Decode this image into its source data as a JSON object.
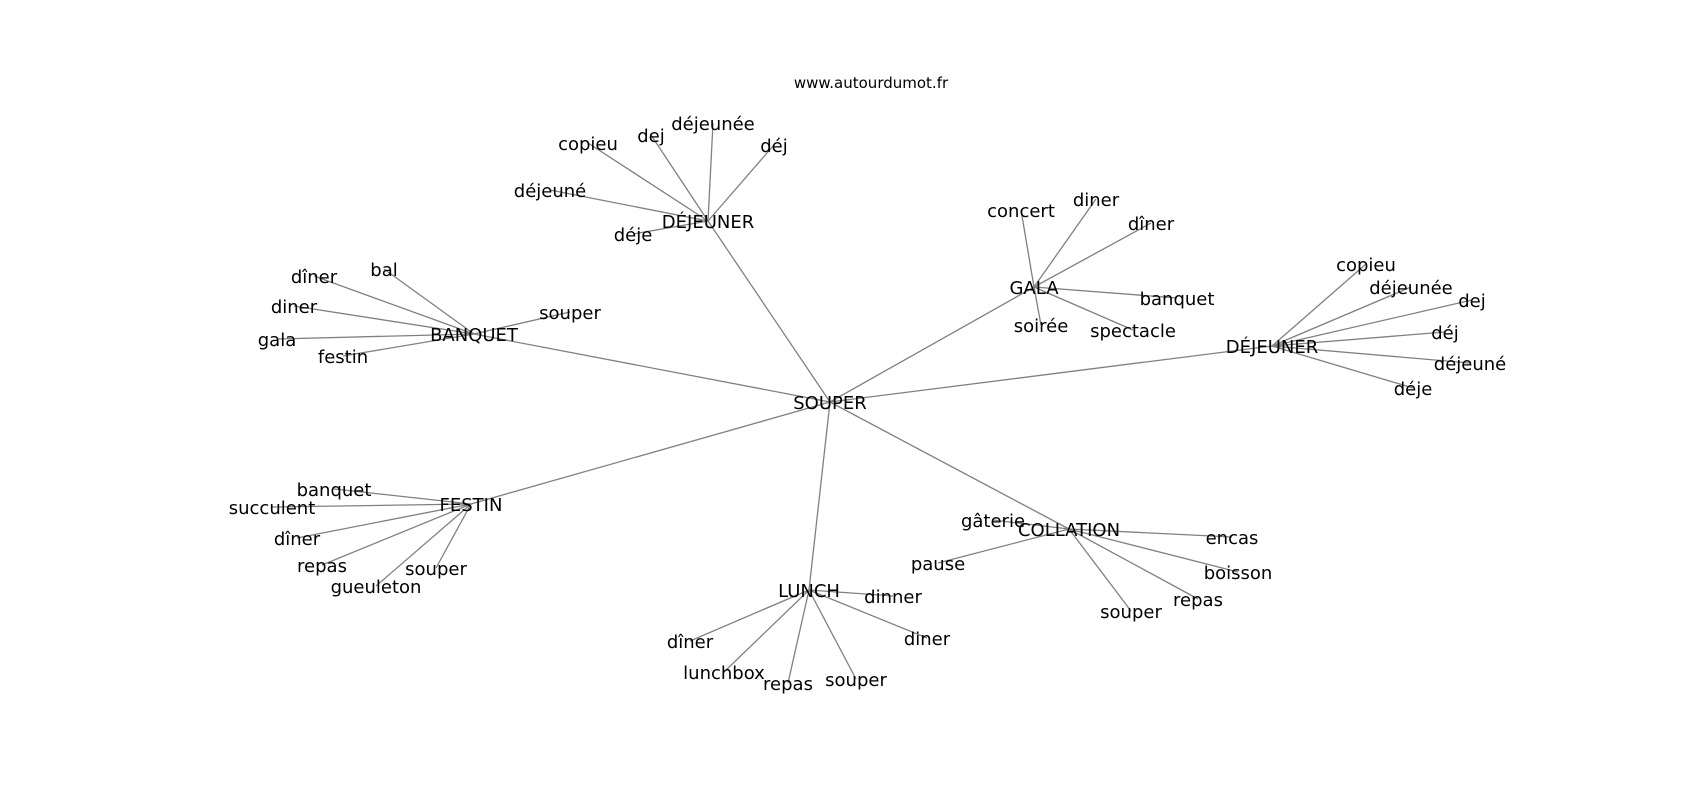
{
  "source": "www.autourdumot.fr",
  "center": "SOUPER",
  "clusters": [
    {
      "hub": "DÉJEUNER",
      "words": [
        "copieu",
        "dej",
        "déjeunée",
        "déj",
        "déjeuné",
        "déje"
      ]
    },
    {
      "hub": "BANQUET",
      "words": [
        "bal",
        "dîner",
        "diner",
        "gala",
        "festin",
        "souper"
      ]
    },
    {
      "hub": "GALA",
      "words": [
        "concert",
        "diner",
        "dîner",
        "banquet",
        "spectacle",
        "soirée"
      ]
    },
    {
      "hub": "DÉJEUNER",
      "words": [
        "copieu",
        "déjeunée",
        "dej",
        "déj",
        "déjeuné",
        "déje"
      ]
    },
    {
      "hub": "FESTIN",
      "words": [
        "banquet",
        "succulent",
        "dîner",
        "repas",
        "gueuleton",
        "souper"
      ]
    },
    {
      "hub": "COLLATION",
      "words": [
        "gâterie",
        "pause",
        "encas",
        "boisson",
        "repas",
        "souper"
      ]
    },
    {
      "hub": "LUNCH",
      "words": [
        "dinner",
        "diner",
        "souper",
        "repas",
        "lunchbox",
        "dîner"
      ]
    }
  ]
}
